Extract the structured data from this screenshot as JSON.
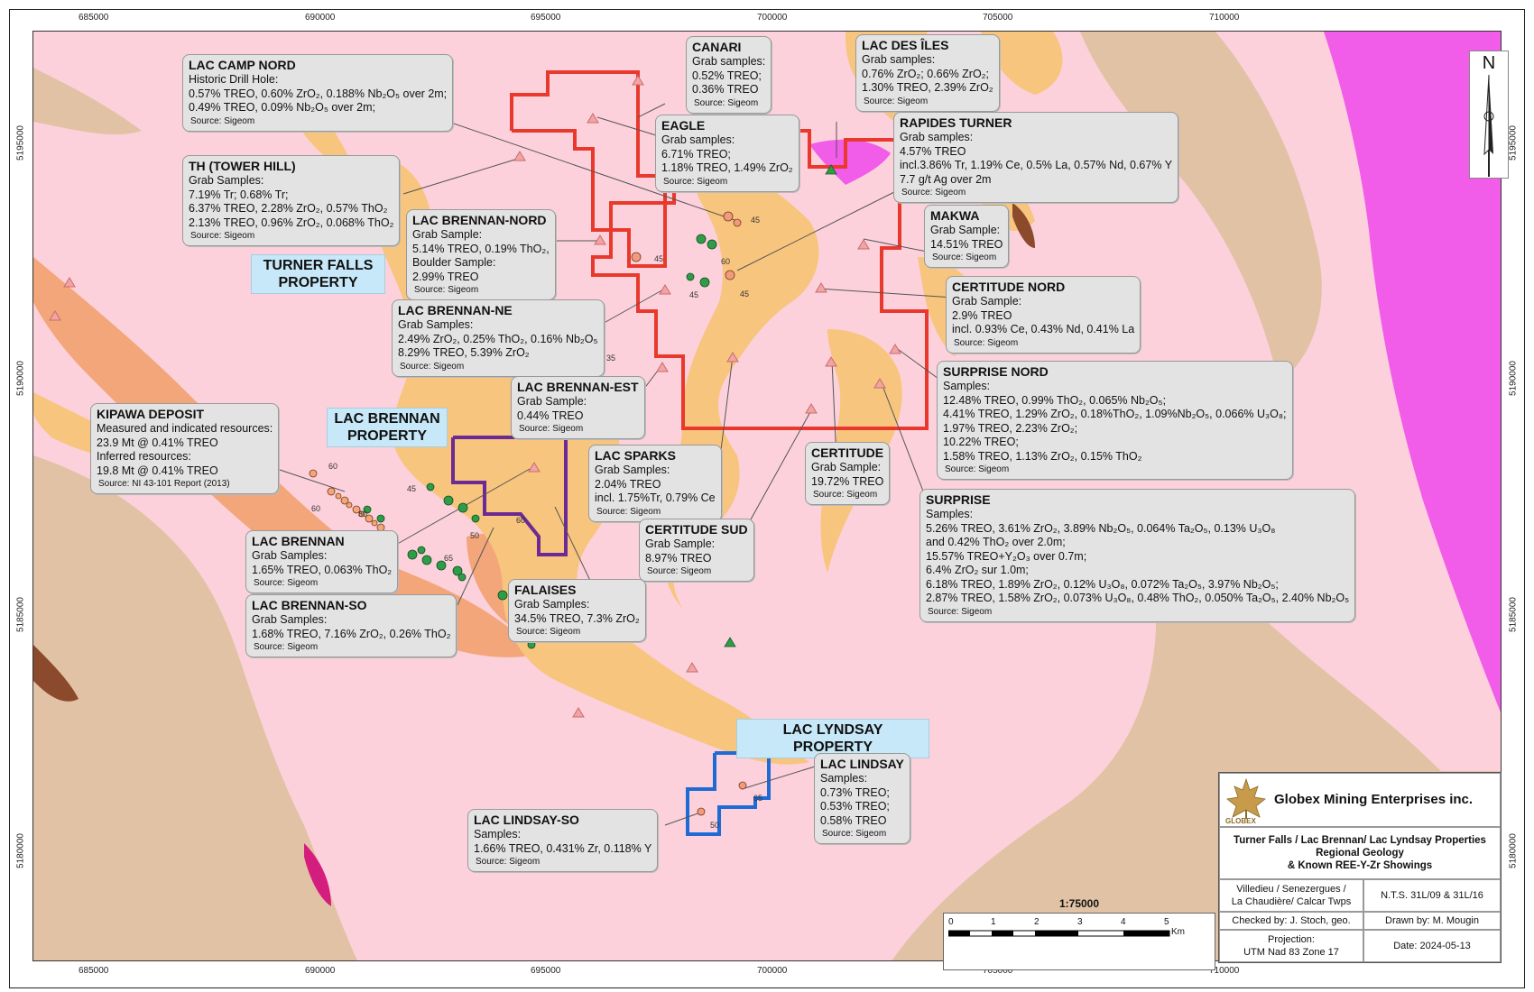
{
  "map": {
    "x_ticks": [
      "685000",
      "690000",
      "695000",
      "700000",
      "705000",
      "710000"
    ],
    "y_ticks": [
      "5195000",
      "5190000",
      "5185000",
      "5180000"
    ],
    "colors": {
      "background": "#fcd1dc",
      "granite": "#f7c57d",
      "syenite": "#f3a679",
      "gneiss": "#e2c2a5",
      "magenta": "#f15ce9",
      "claim_red": "#e8392c",
      "claim_purple": "#6b2a94",
      "claim_blue": "#1e6bd6",
      "sample_point": "#2f9c48"
    }
  },
  "properties": {
    "turner": "TURNER FALLS PROPERTY",
    "brennan": "LAC BRENNAN PROPERTY",
    "lyndsay": "LAC LYNDSAY PROPERTY"
  },
  "callouts": {
    "camp_nord": {
      "title": "LAC CAMP NORD",
      "lines": [
        "Historic Drill Hole:",
        "0.57% TREO, 0.60% ZrO₂, 0.188% Nb₂O₅ over 2m;",
        "0.49% TREO, 0.09% Nb₂O₅ over 2m;"
      ],
      "source": "Source: Sigeom"
    },
    "canari": {
      "title": "CANARI",
      "lines": [
        "Grab samples:",
        "0.52% TREO;",
        "0.36% TREO"
      ],
      "source": "Source: Sigeom"
    },
    "des_iles": {
      "title": "LAC DES ÎLES",
      "lines": [
        "Grab samples:",
        "0.76% ZrO₂; 0.66% ZrO₂;",
        "1.30% TREO, 2.39% ZrO₂"
      ],
      "source": "Source: Sigeom"
    },
    "eagle": {
      "title": "EAGLE",
      "lines": [
        "Grab samples:",
        "6.71% TREO;",
        "1.18% TREO, 1.49% ZrO₂"
      ],
      "source": "Source: Sigeom"
    },
    "rapides": {
      "title": "RAPIDES TURNER",
      "lines": [
        "Grab samples:",
        "4.57% TREO",
        "incl.3.86% Tr, 1.19% Ce, 0.5% La, 0.57% Nd, 0.67% Y",
        "7.7 g/t Ag over 2m"
      ],
      "source": "Source: Sigeom"
    },
    "tower": {
      "title": "TH (TOWER HILL)",
      "lines": [
        "Grab Samples:",
        "7.19% Tr; 0.68% Tr;",
        "6.37% TREO, 2.28% ZrO₂, 0.57% ThO₂",
        "2.13% TREO, 0.96% ZrO₂, 0.068% ThO₂"
      ],
      "source": "Source: Sigeom"
    },
    "brennan_nord": {
      "title": "LAC BRENNAN-NORD",
      "lines": [
        "Grab Sample:",
        "5.14% TREO, 0.19% ThO₂,",
        "Boulder Sample:",
        "2.99% TREO"
      ],
      "source": "Source: Sigeom"
    },
    "makwa": {
      "title": "MAKWA",
      "lines": [
        "Grab Sample:",
        "14.51% TREO"
      ],
      "source": "Source: Sigeom"
    },
    "certitude_nord": {
      "title": "CERTITUDE NORD",
      "lines": [
        "Grab Sample:",
        "2.9% TREO",
        "incl. 0.93% Ce, 0.43%  Nd, 0.41% La"
      ],
      "source": "Source: Sigeom"
    },
    "brennan_ne": {
      "title": "LAC BRENNAN-NE",
      "lines": [
        "Grab Samples:",
        "2.49% ZrO₂, 0.25% ThO₂, 0.16% Nb₂O₅",
        "8.29% TREO, 5.39% ZrO₂"
      ],
      "source": "Source: Sigeom"
    },
    "surprise_nord": {
      "title": "SURPRISE NORD",
      "lines": [
        "Samples:",
        "12.48% TREO, 0.99% ThO₂, 0.065% Nb₂O₅;",
        "4.41% TREO, 1.29% ZrO₂, 0.18%ThO₂, 1.09%Nb₂O₅, 0.066% U₃O₈;",
        "1.97% TREO, 2.23% ZrO₂;",
        "10.22% TREO;",
        "1.58% TREO, 1.13% ZrO₂, 0.15% ThO₂"
      ],
      "source": "Source: Sigeom"
    },
    "kipawa": {
      "title": "KIPAWA DEPOSIT",
      "lines": [
        "Measured and indicated resources:",
        "23.9 Mt @ 0.41% TREO",
        "Inferred resources:",
        "19.8 Mt @ 0.41% TREO"
      ],
      "source": "Source: NI 43-101 Report (2013)"
    },
    "brennan_est": {
      "title": "LAC BRENNAN-EST",
      "lines": [
        "Grab Sample:",
        "0.44% TREO"
      ],
      "source": "Source: Sigeom"
    },
    "sparks": {
      "title": "LAC SPARKS",
      "lines": [
        "Grab Samples:",
        "2.04% TREO",
        "incl. 1.75%Tr, 0.79% Ce"
      ],
      "source": "Source: Sigeom"
    },
    "certitude": {
      "title": "CERTITUDE",
      "lines": [
        "Grab Sample:",
        "19.72% TREO"
      ],
      "source": "Source: Sigeom"
    },
    "surprise": {
      "title": "SURPRISE",
      "lines": [
        "Samples:",
        "5.26% TREO, 3.61% ZrO₂, 3.89% Nb₂O₅, 0.064% Ta₂O₅, 0.13% U₃O₈",
        "and 0.42% ThO₂ over 2.0m;",
        "15.57% TREO+Y₂O₃ over 0.7m;",
        "6.4% ZrO₂ sur 1.0m;",
        "6.18% TREO, 1.89% ZrO₂, 0.12% U₃O₈, 0.072% Ta₂O₅, 3.97% Nb₂O₅;",
        "2.87% TREO, 1.58% ZrO₂, 0.073% U₃O₈, 0.48% ThO₂, 0.050% Ta₂O₅, 2.40% Nb₂O₅"
      ],
      "source": "Source: Sigeom"
    },
    "brennan": {
      "title": "LAC BRENNAN",
      "lines": [
        "Grab Samples:",
        "1.65% TREO, 0.063% ThO₂"
      ],
      "source": "Source: Sigeom"
    },
    "certitude_sud": {
      "title": "CERTITUDE SUD",
      "lines": [
        "Grab Sample:",
        "8.97% TREO"
      ],
      "source": "Source: Sigeom"
    },
    "brennan_so": {
      "title": "LAC BRENNAN-SO",
      "lines": [
        "Grab Samples:",
        "1.68% TREO, 7.16% ZrO₂, 0.26% ThO₂"
      ],
      "source": "Source: Sigeom"
    },
    "falaises": {
      "title": "FALAISES",
      "lines": [
        "Grab Samples:",
        "34.5% TREO, 7.3% ZrO₂"
      ],
      "source": "Source: Sigeom"
    },
    "lindsay": {
      "title": "LAC LINDSAY",
      "lines": [
        "Samples:",
        "0.73% TREO;",
        "0.53% TREO;",
        "0.58% TREO"
      ],
      "source": "Source: Sigeom"
    },
    "lindsay_so": {
      "title": "LAC LINDSAY-SO",
      "lines": [
        "Samples:",
        "1.66% TREO, 0.431% Zr, 0.118% Y"
      ],
      "source": "Source: Sigeom"
    }
  },
  "dip_labels": [
    "45",
    "45",
    "60",
    "45",
    "45",
    "35",
    "60",
    "45",
    "60",
    "50",
    "80",
    "65",
    "60",
    "50",
    "65"
  ],
  "north_label": "N",
  "scale": {
    "ratio": "1:75000",
    "ticks": [
      "0",
      "1",
      "2",
      "3",
      "4",
      "5"
    ],
    "unit": "Km"
  },
  "legend": {
    "company": "Globex Mining Enterprises inc.",
    "logo_text": "GLOBEX",
    "title": "Turner Falls / Lac Brennan/ Lac Lyndsay Properties",
    "subtitle1": "Regional Geology",
    "subtitle2": "& Known REE-Y-Zr Showings",
    "twps1": "Villedieu / Senezergues /",
    "twps2": "La Chaudière/ Calcar Twps",
    "nts": "N.T.S. 31L/09 & 31L/16",
    "checked": "Checked by: J. Stoch, geo.",
    "drawn": "Drawn by: M. Mougin",
    "proj1": "Projection:",
    "proj2": "UTM Nad 83 Zone 17",
    "date": "Date: 2024-05-13"
  }
}
